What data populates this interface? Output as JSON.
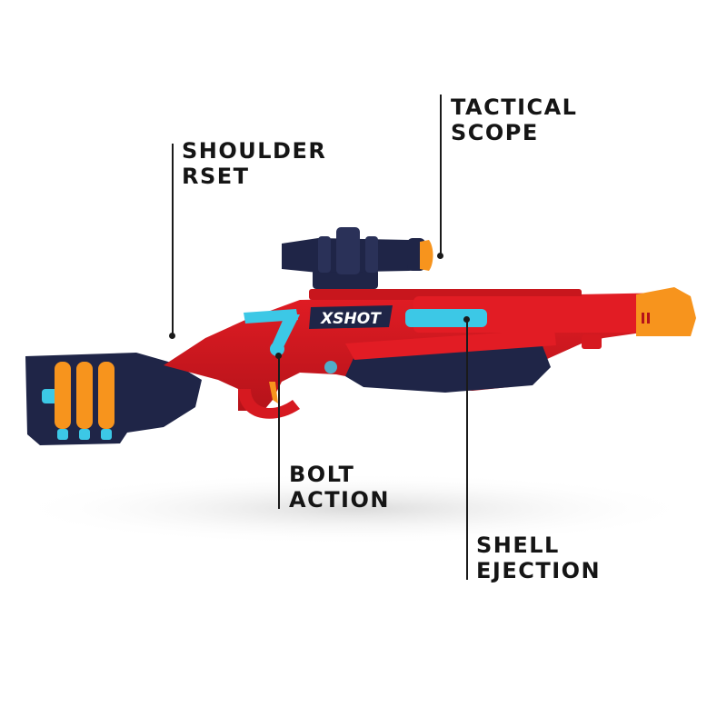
{
  "brand": {
    "logo_text": "XSHOT"
  },
  "callouts": {
    "shoulder": {
      "line1": "SHOULDER",
      "line2": "RSET"
    },
    "scope": {
      "line1": "TACTICAL",
      "line2": "SCOPE"
    },
    "bolt": {
      "line1": "BOLT",
      "line2": "ACTION"
    },
    "shell": {
      "line1": "SHELL",
      "line2": "EJECTION"
    }
  },
  "colors": {
    "body_red": "#e21c24",
    "body_red_dark": "#b5131a",
    "navy": "#1f2547",
    "orange": "#f7941d",
    "cyan": "#3cc8e6",
    "text": "#151515"
  }
}
